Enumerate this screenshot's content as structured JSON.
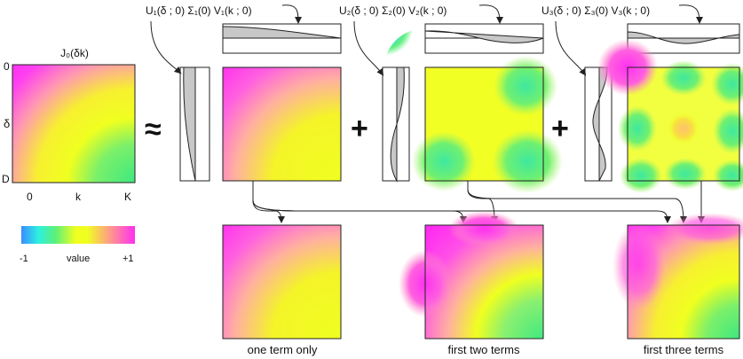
{
  "left_panel": {
    "title": "J₀(δk)",
    "y_top": "0",
    "y_mid": "δ",
    "y_bottom": "D",
    "x_left": "0",
    "x_mid": "k",
    "x_right": "K"
  },
  "colorbar": {
    "min_label": "-1",
    "mid_label": "value",
    "max_label": "+1",
    "colors": [
      "#3a8cff",
      "#2cf0e0",
      "#5cf07a",
      "#f0ff20",
      "#f0ff20",
      "#ff9a8a",
      "#ff30f0"
    ]
  },
  "operators": {
    "approx": "≈",
    "plus1": "+",
    "plus2": "+"
  },
  "terms": [
    {
      "label": "U₁(δ ; 0)  Σ₁(0)  V₁(k ; 0)"
    },
    {
      "label": "U₂(δ ; 0)  Σ₂(0)  V₂(k ; 0)"
    },
    {
      "label": "U₃(δ ; 0)  Σ₃(0)  V₃(k ; 0)"
    }
  ],
  "results": [
    {
      "caption": "one term only"
    },
    {
      "caption": "first two terms"
    },
    {
      "caption": "first three terms"
    }
  ]
}
